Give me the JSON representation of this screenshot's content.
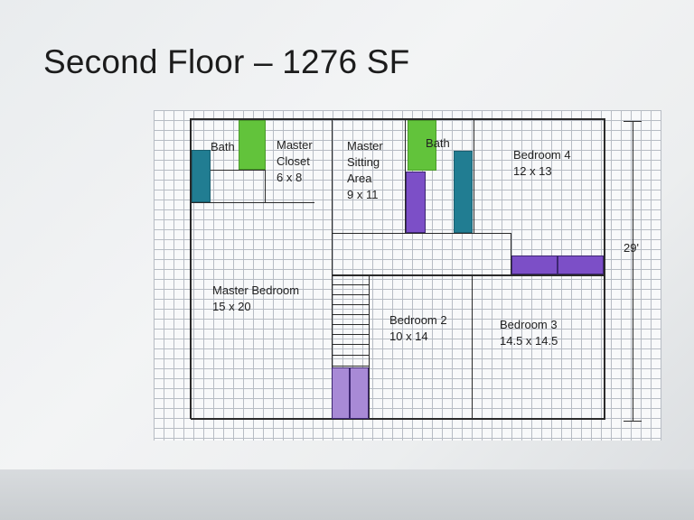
{
  "page": {
    "title": "Second Floor – 1276 SF"
  },
  "plan": {
    "dimension": "29'",
    "rooms": {
      "bath_left": {
        "name": "Bath"
      },
      "master_closet": {
        "name": "Master Closet",
        "line1": "Master",
        "line2": "Closet",
        "size": "6 x 8"
      },
      "master_sitting": {
        "name": "Master Sitting Area",
        "line1": "Master",
        "line2": "Sitting",
        "line3": "Area",
        "size": "9 x 11"
      },
      "bath_right": {
        "name": "Bath"
      },
      "bedroom4": {
        "name": "Bedroom 4",
        "size": "12 x 13"
      },
      "master_bedroom": {
        "name": "Master Bedroom",
        "size": "15 x 20"
      },
      "bedroom2": {
        "name": "Bedroom 2",
        "size": "10 x 14"
      },
      "bedroom3": {
        "name": "Bedroom 3",
        "size": "14.5 x 14.5"
      }
    },
    "colors": {
      "teal": "#217d92",
      "green": "#62c33b",
      "purple": "#7c4fc7",
      "lavender": "#a88ad6",
      "wall": "#2a2a2a",
      "grid": "#b7bcc4"
    }
  }
}
